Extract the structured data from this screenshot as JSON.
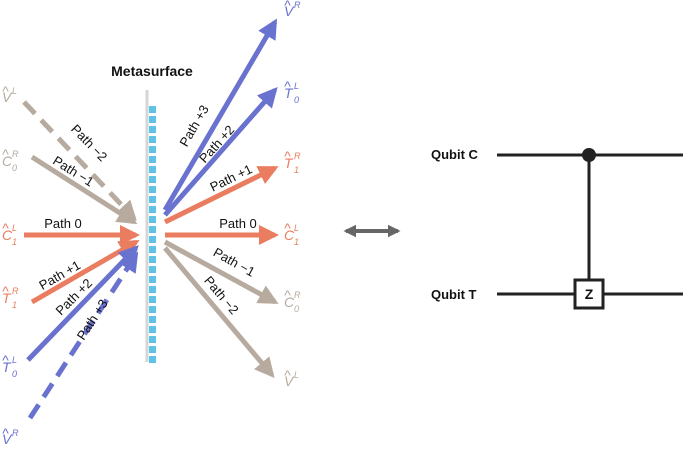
{
  "colors": {
    "gray": "#b7ab9f",
    "orange": "#ea7d5f",
    "blue": "#6972cf",
    "surface_dot": "#5ec3e6",
    "surface_line": "#d6d6d6",
    "circuit": "#222222",
    "swap_arrow": "#666666"
  },
  "metasurface": {
    "title": "Metasurface"
  },
  "modes": {
    "V_L_in": {
      "base": "V",
      "sup": "L",
      "sub": ""
    },
    "C0_R_in": {
      "base": "C",
      "sup": "R",
      "sub": "0"
    },
    "C1_L_in": {
      "base": "C",
      "sup": "L",
      "sub": "1"
    },
    "T1_R_in": {
      "base": "T",
      "sup": "R",
      "sub": "1"
    },
    "T0_L_in": {
      "base": "T",
      "sup": "L",
      "sub": "0"
    },
    "V_R_in": {
      "base": "V",
      "sup": "R",
      "sub": ""
    },
    "V_R_out": {
      "base": "V",
      "sup": "R",
      "sub": ""
    },
    "T0_L_out": {
      "base": "T",
      "sup": "L",
      "sub": "0"
    },
    "T1_R_out": {
      "base": "T",
      "sup": "R",
      "sub": "1"
    },
    "C1_L_out": {
      "base": "C",
      "sup": "L",
      "sub": "1"
    },
    "C0_R_out": {
      "base": "C",
      "sup": "R",
      "sub": "0"
    },
    "V_L_out": {
      "base": "V",
      "sup": "L",
      "sub": ""
    }
  },
  "paths": {
    "in_minus2": "Path −2",
    "in_minus1": "Path −1",
    "in_0": "Path 0",
    "in_plus1": "Path +1",
    "in_plus2": "Path +2",
    "in_plus3": "Path +3",
    "out_plus3": "Path +3",
    "out_plus2": "Path +2",
    "out_plus1": "Path +1",
    "out_0": "Path 0",
    "out_minus1": "Path −1",
    "out_minus2": "Path −2"
  },
  "circuit": {
    "control_label": "Qubit C",
    "target_label": "Qubit T",
    "gate_label": "Z"
  },
  "equivalence": {
    "icon": "double-headed-arrow-icon"
  }
}
